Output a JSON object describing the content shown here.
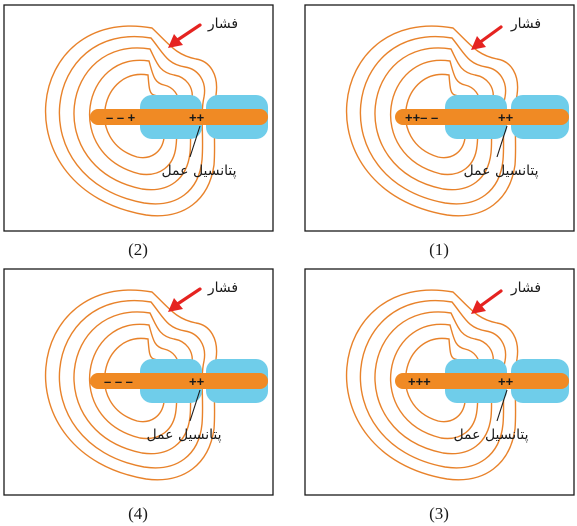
{
  "panels": [
    {
      "caption": "(2)",
      "pressure_label": "فشار",
      "action_potential_label": "پتانسیل عمل",
      "left_charges": "– – +",
      "right_charges": "++"
    },
    {
      "caption": "(1)",
      "pressure_label": "فشار",
      "action_potential_label": "پتانسیل عمل",
      "left_charges": "++– –",
      "right_charges": "++"
    },
    {
      "caption": "(4)",
      "pressure_label": "فشار",
      "action_potential_label": "پتانسیل عمل",
      "left_charges": "– – –",
      "right_charges": "++"
    },
    {
      "caption": "(3)",
      "pressure_label": "فشار",
      "action_potential_label": "پتانسیل عمل",
      "left_charges": "+++",
      "right_charges": "++"
    }
  ],
  "colors": {
    "axon": "#f08a24",
    "capsule_rings": "#e8822a",
    "myelin_node": "#6fcdea",
    "pressure_arrow": "#e52320"
  }
}
